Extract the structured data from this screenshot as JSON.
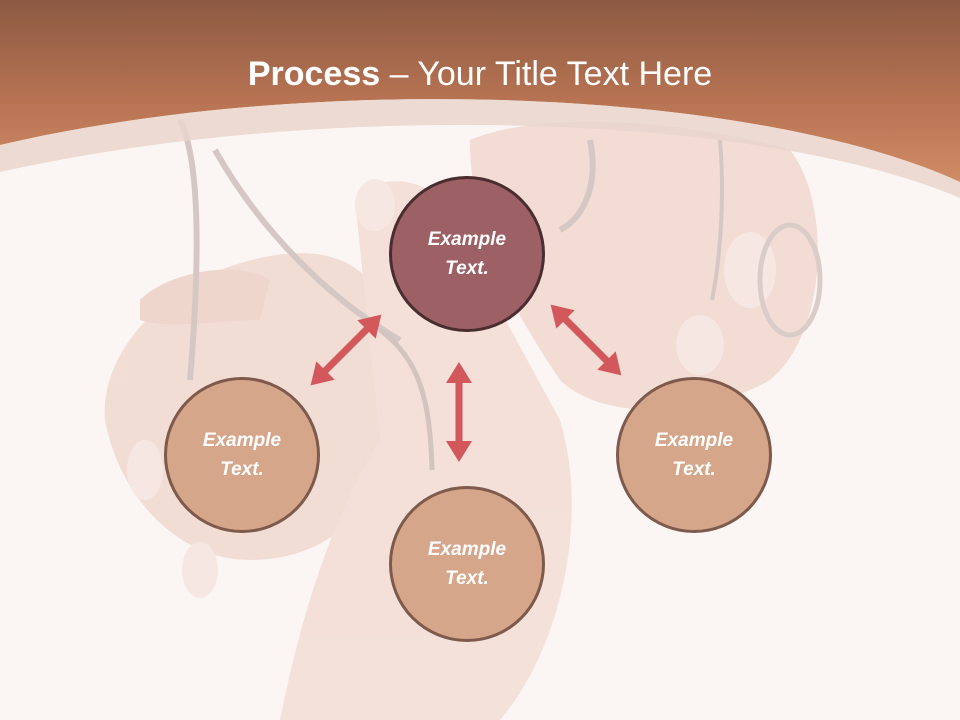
{
  "title": {
    "bold": "Process",
    "rest": " – Your Title Text Here"
  },
  "nodes": {
    "top": {
      "line1": "Example",
      "line2": "Text."
    },
    "left": {
      "line1": "Example",
      "line2": "Text."
    },
    "right": {
      "line1": "Example",
      "line2": "Text."
    },
    "bottom": {
      "line1": "Example",
      "line2": "Text."
    }
  },
  "colors": {
    "header": "#b97352",
    "node_active": "#9c6065",
    "node": "#d6a68b",
    "arrow": "#d2585b"
  }
}
